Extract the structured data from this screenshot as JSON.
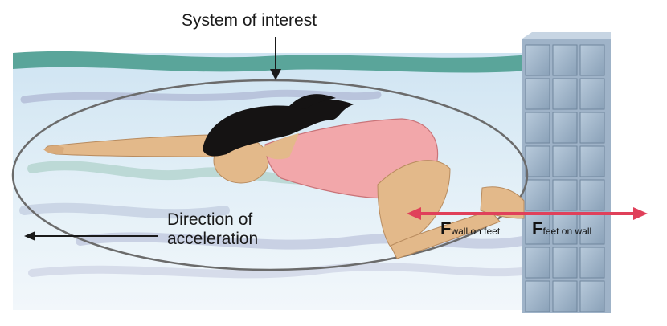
{
  "labels": {
    "system_of_interest": "System of interest",
    "direction_line1": "Direction of",
    "direction_line2": "acceleration"
  },
  "forces": {
    "wall_on_feet": {
      "symbol": "F",
      "subscript": "wall on feet"
    },
    "feet_on_wall": {
      "symbol": "F",
      "subscript": "feet on wall"
    }
  },
  "colors": {
    "water": "#dcebf5",
    "water_surface": "#5aa59a",
    "force_arrow": "#e0405a",
    "skin": "#e3b98a",
    "swimsuit": "#f2a7aa",
    "hair": "#151313",
    "wall": "#8fa6bd",
    "boundary": "#6b6b6b"
  }
}
